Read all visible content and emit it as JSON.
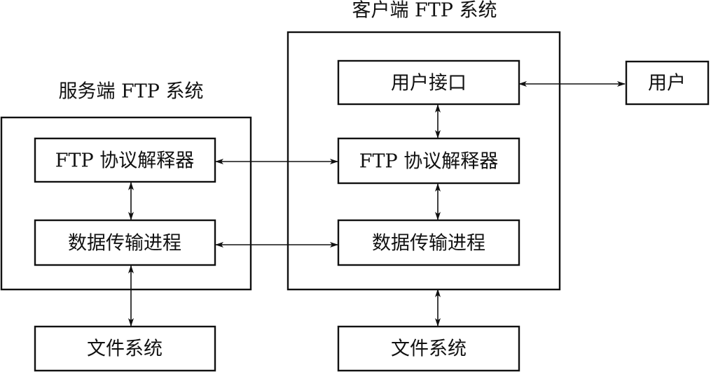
{
  "diagram": {
    "client_system": {
      "title": "客户端 FTP 系统",
      "user_interface": "用户接口",
      "protocol_interpreter": "FTP 协议解释器",
      "data_transfer_process": "数据传输进程",
      "file_system": "文件系统"
    },
    "server_system": {
      "title": "服务端 FTP 系统",
      "protocol_interpreter": "FTP 协议解释器",
      "data_transfer_process": "数据传输进程",
      "file_system": "文件系统"
    },
    "user": "用户",
    "connections": [
      {
        "from": "用户接口",
        "to": "用户",
        "style": "bidirectional"
      },
      {
        "from": "用户接口",
        "to": "FTP 协议解释器 (客户端)",
        "style": "bidirectional"
      },
      {
        "from": "FTP 协议解释器 (客户端)",
        "to": "数据传输进程 (客户端)",
        "style": "bidirectional"
      },
      {
        "from": "FTP 协议解释器 (服务端)",
        "to": "FTP 协议解释器 (客户端)",
        "style": "bidirectional"
      },
      {
        "from": "FTP 协议解释器 (服务端)",
        "to": "数据传输进程 (服务端)",
        "style": "bidirectional"
      },
      {
        "from": "数据传输进程 (服务端)",
        "to": "数据传输进程 (客户端)",
        "style": "bidirectional"
      },
      {
        "from": "数据传输进程 (服务端)",
        "to": "文件系统 (服务端)",
        "style": "bidirectional"
      },
      {
        "from": "客户端 FTP 系统",
        "to": "文件系统 (客户端)",
        "style": "bidirectional"
      }
    ],
    "colors": {
      "stroke": "#111111",
      "background": "#ffffff"
    }
  }
}
